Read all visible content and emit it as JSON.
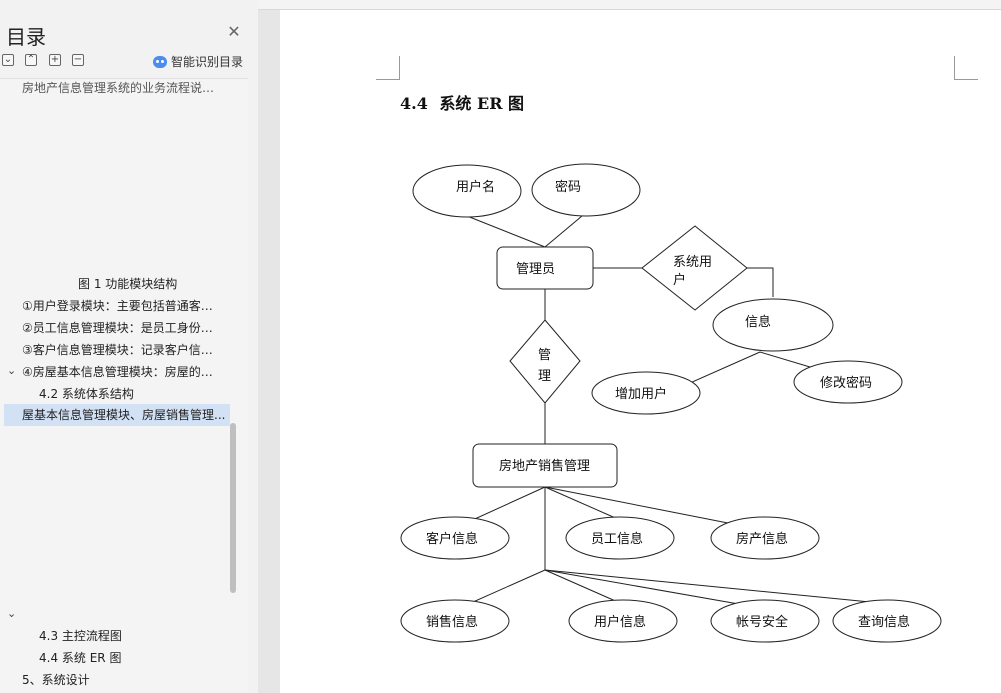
{
  "sidebar": {
    "title": "目录",
    "smart_toc_label": "智能识别目录",
    "toc_items": [
      {
        "label": "房地产信息管理系统的业务流程说明...",
        "level": 1
      },
      {
        "label": "图 1  功能模块结构",
        "level": 0
      },
      {
        "label": "①用户登录模块：主要包括普通客户...",
        "level": 1
      },
      {
        "label": "②员工信息管理模块：是员工身份信息...",
        "level": 1
      },
      {
        "label": "③客户信息管理模块：记录客户信息...",
        "level": 1
      },
      {
        "label": "④房屋基本信息管理模块：房屋的基本...",
        "level": 1
      },
      {
        "label": "4.2  系统体系结构",
        "level": 2
      },
      {
        "label": "屋基本信息管理模块、房屋销售管理...",
        "level": 1
      },
      {
        "label": "4.3  主控流程图",
        "level": 2
      },
      {
        "label": "4.4  系统 ER 图",
        "level": 2
      },
      {
        "label": "5、系统设计",
        "level": 1
      }
    ]
  },
  "document": {
    "heading_number": "4.4",
    "heading_text": "系统 ER 图",
    "er": {
      "entities": [
        "管理员",
        "房地产销售管理"
      ],
      "relations": [
        "系统用户",
        "管理"
      ],
      "attributes": [
        "用户名",
        "密码",
        "信息",
        "增加用户",
        "修改密码",
        "客户信息",
        "员工信息",
        "房产信息",
        "销售信息",
        "用户信息",
        "帐号安全",
        "查询信息"
      ],
      "relation_system_user_line1": "系统用",
      "relation_system_user_line2": "户",
      "relation_manage_line1": "管",
      "relation_manage_line2": "理"
    }
  }
}
